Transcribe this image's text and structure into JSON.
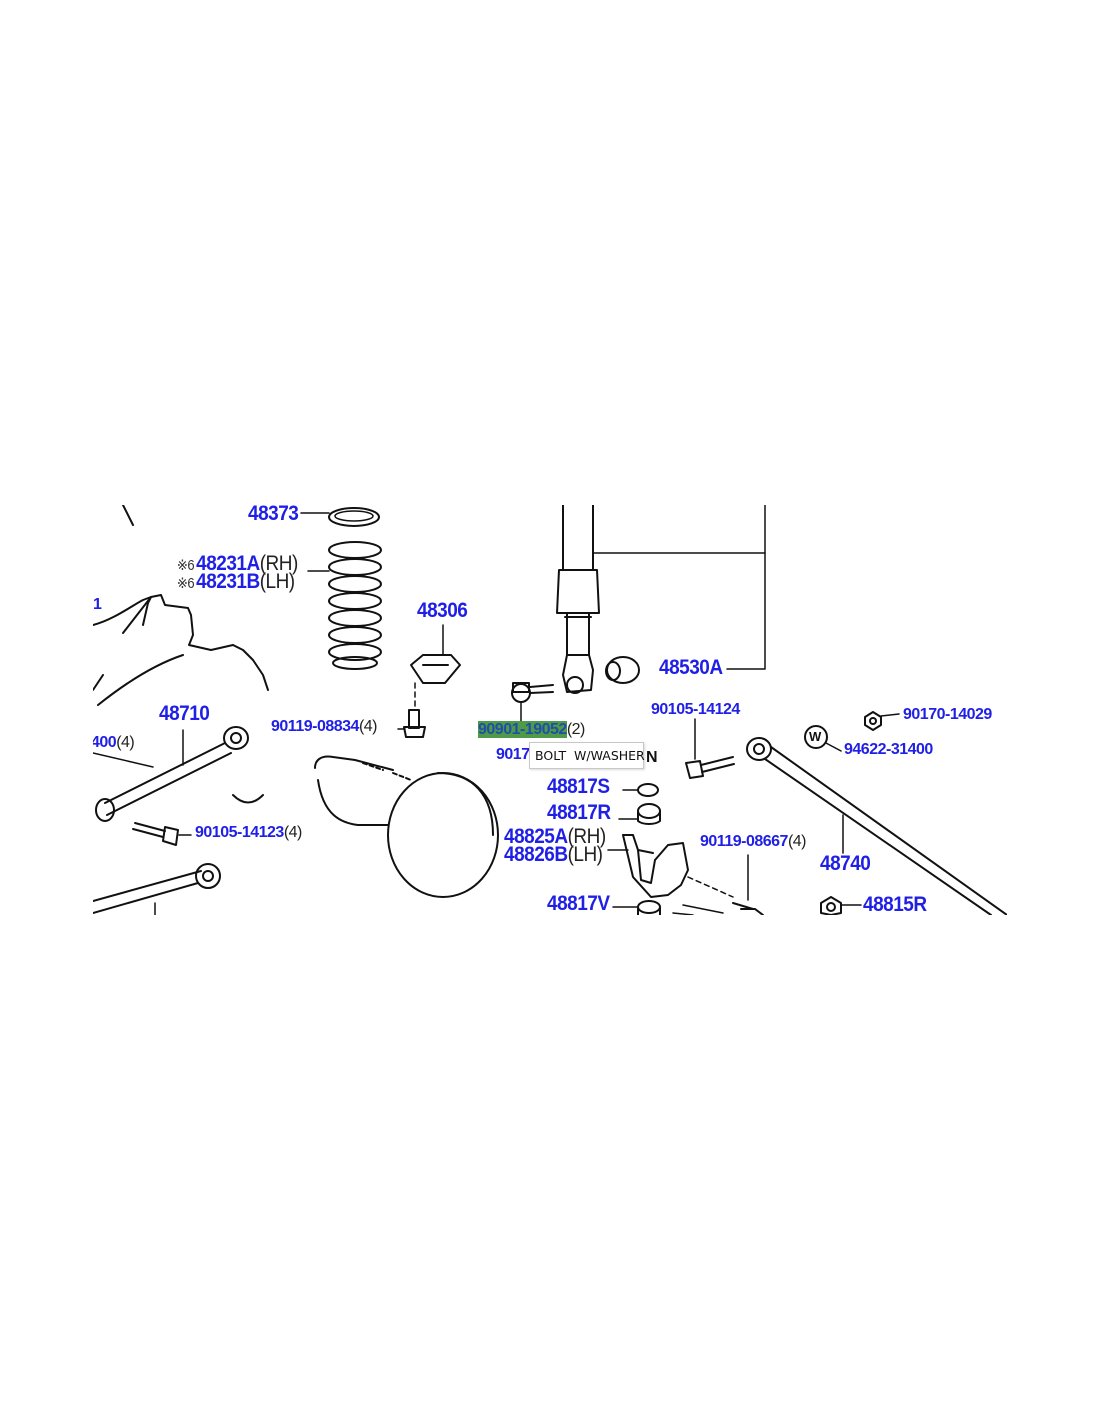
{
  "parts": {
    "p48373": "48373",
    "p48231a": "48231A",
    "p48231a_side": "(RH)",
    "p48231b": "48231B",
    "p48231b_side": "(LH)",
    "note_mark": "※6",
    "p48306": "48306",
    "p48530a": "48530A",
    "p48710": "48710",
    "p90119_08834": "90119-08834",
    "p90119_08834_qty": "(4)",
    "p90901_19052": "90901-19052",
    "p90901_19052_qty": "(2)",
    "p9017_partial": "9017",
    "pN_partial": "N",
    "p90105_14124": "90105-14124",
    "p90170_14029": "90170-14029",
    "p94622_31400": "94622-31400",
    "pW_mark": "W",
    "p48817s": "48817S",
    "p48817r": "48817R",
    "p48825a": "48825A",
    "p48825a_side": "(RH)",
    "p48826b": "48826B",
    "p48826b_side": "(LH)",
    "p90119_08667": "90119-08667",
    "p90119_08667_qty": "(4)",
    "p48740": "48740",
    "p48817v": "48817V",
    "p48815r": "48815R",
    "p90105_14123": "90105-14123",
    "p90105_14123_qty": "(4)",
    "p_left_1": "1",
    "p_left_400": "400",
    "p_left_400_qty": "(4)"
  },
  "tooltip": {
    "text": "BOLT  W/WASHER"
  },
  "colors": {
    "label": "#1f1fe6",
    "highlight": "#4e9a48",
    "line": "#111111"
  }
}
